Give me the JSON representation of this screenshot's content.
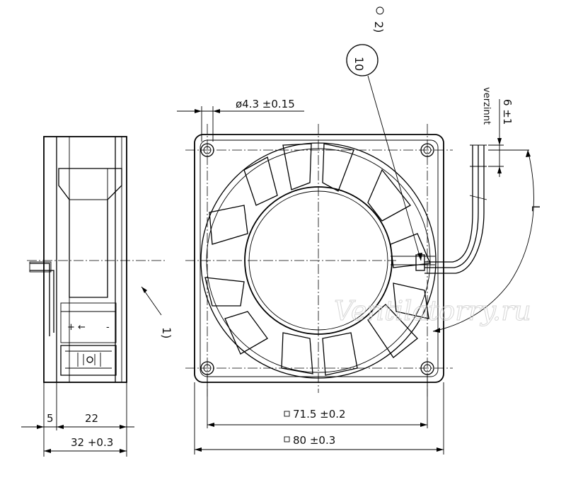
{
  "watermark": "Ventilatorry.ru",
  "dimensions": {
    "hole_diameter": "ø4.3 ±0.15",
    "hole_pitch": "71.5 ±0.2",
    "frame_size": "80 ±0.3",
    "depth_total": "32 +0.3",
    "depth_part_a": "5",
    "depth_part_b": "22",
    "lead_strip": "6 ±1",
    "lead_length": "L"
  },
  "notes": {
    "verzinnt": "verzinnt",
    "ref_1": "1)",
    "ref_2": "2)",
    "callout_10": "10"
  },
  "label_symbols": {
    "plus": "+",
    "minus": "-",
    "arrow": "←"
  }
}
